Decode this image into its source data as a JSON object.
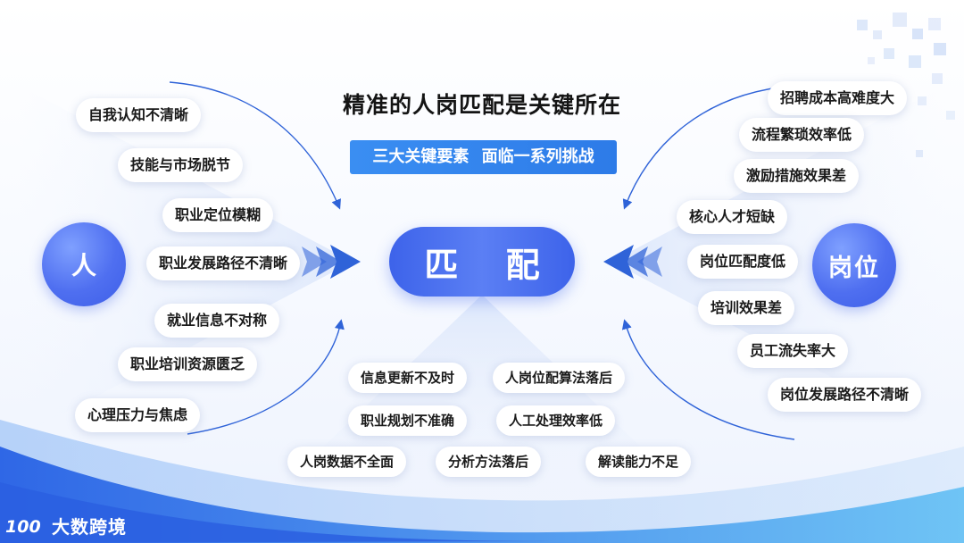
{
  "title": "精准的人岗匹配是关键所在",
  "subtitle": "三大关键要素  面临一系列挑战",
  "center_label": "匹 配",
  "left_node": "人",
  "right_node": "岗位",
  "left_issues": [
    "自我认知不清晰",
    "技能与市场脱节",
    "职业定位模糊",
    "职业发展路径不清晰",
    "就业信息不对称",
    "职业培训资源匮乏",
    "心理压力与焦虑"
  ],
  "right_issues": [
    "招聘成本高难度大",
    "流程繁琐效率低",
    "激励措施效果差",
    "核心人才短缺",
    "岗位匹配度低",
    "培训效果差",
    "员工流失率大",
    "岗位发展路径不清晰"
  ],
  "bottom_issues": [
    "信息更新不及时",
    "人岗位配算法落后",
    "职业规划不准确",
    "人工处理效率低",
    "人岗数据不全面",
    "分析方法落后",
    "解读能力不足"
  ],
  "logo": {
    "mark": "100",
    "text": "大数跨境"
  },
  "colors": {
    "primary": "#3d63ea",
    "accent": "#2d7be8",
    "arrow": "#2f63d8",
    "circle": "#4f6ff0"
  }
}
